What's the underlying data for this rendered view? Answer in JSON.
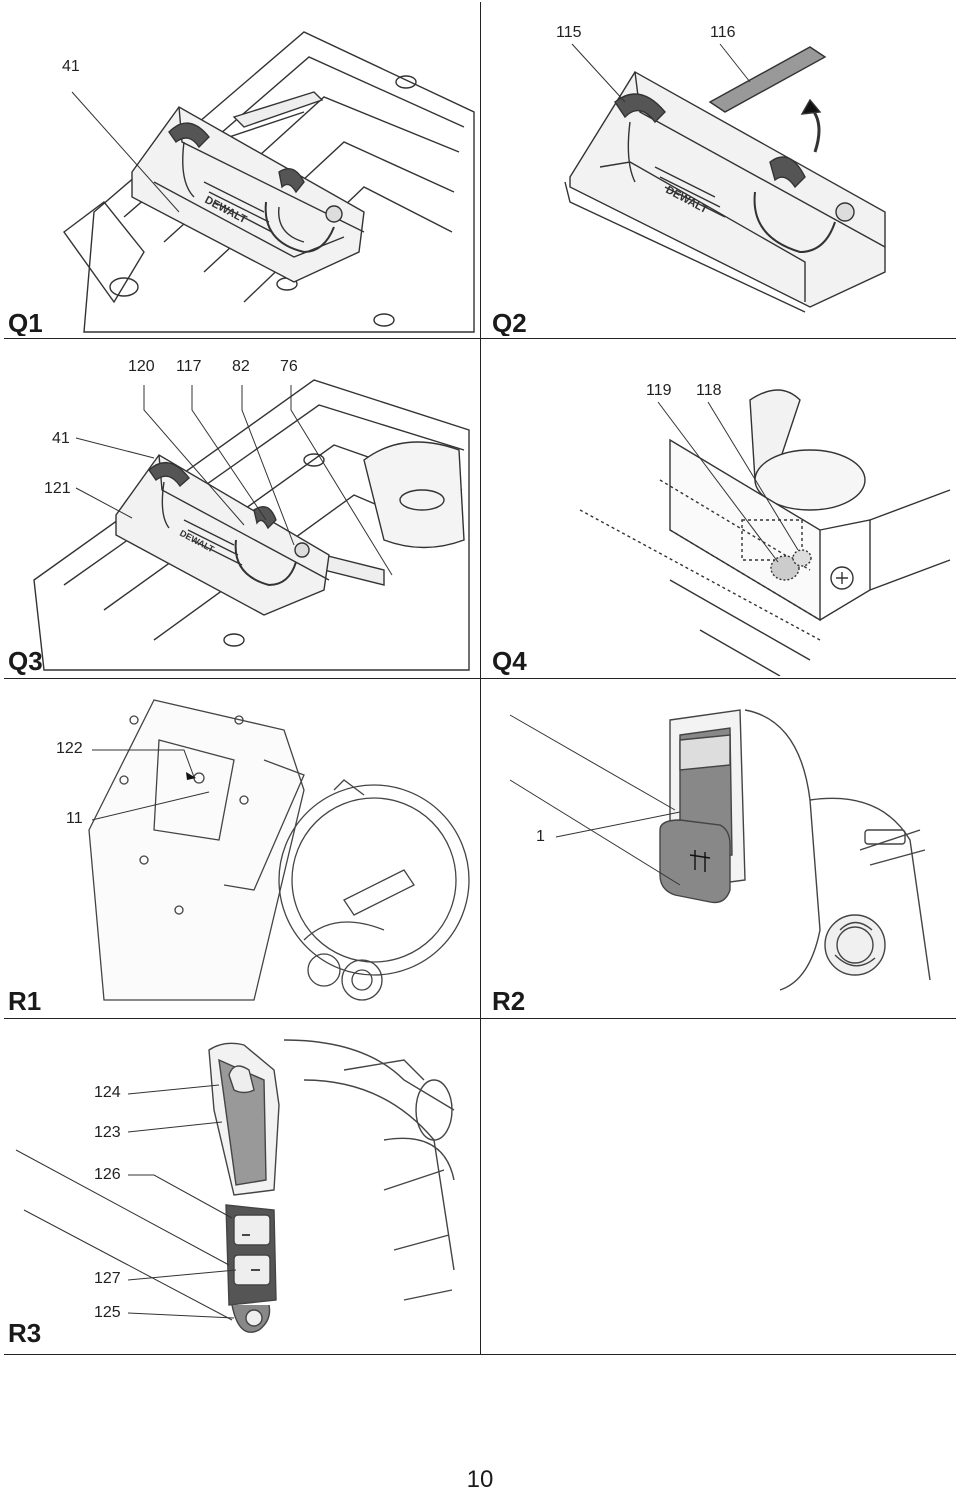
{
  "panels": [
    {
      "id": "Q1",
      "label": "Q1",
      "callouts": [
        "41"
      ]
    },
    {
      "id": "Q2",
      "label": "Q2",
      "callouts": [
        "115",
        "116"
      ]
    },
    {
      "id": "Q3",
      "label": "Q3",
      "callouts": [
        "120",
        "117",
        "82",
        "76",
        "41",
        "121"
      ]
    },
    {
      "id": "Q4",
      "label": "Q4",
      "callouts": [
        "119",
        "118"
      ]
    },
    {
      "id": "R1",
      "label": "R1",
      "callouts": [
        "122",
        "11"
      ]
    },
    {
      "id": "R2",
      "label": "R2",
      "callouts": [
        "1"
      ]
    },
    {
      "id": "R3",
      "label": "R3",
      "callouts": [
        "124",
        "123",
        "126",
        "127",
        "125"
      ]
    }
  ],
  "brand_mark": "DEWALT",
  "page_number": "10"
}
